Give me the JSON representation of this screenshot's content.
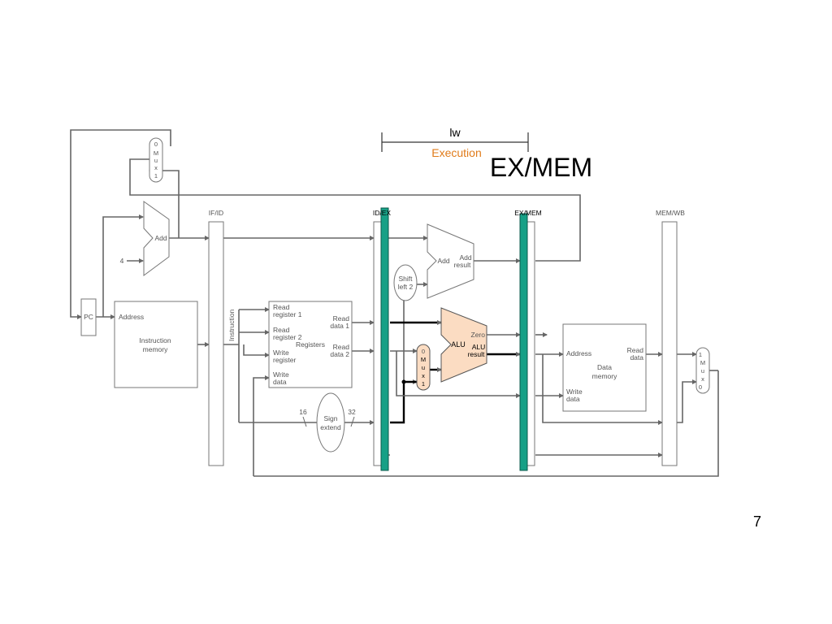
{
  "stage": {
    "instruction": "lw",
    "phase": "Execution",
    "title": "EX/MEM"
  },
  "page_number": "7",
  "colors": {
    "pipeline_register_active": "#17a086",
    "alu_fill": "#fbdcc2",
    "phase_text": "#e07b1a"
  },
  "pipeline_registers": {
    "if_id": "IF/ID",
    "id_ex": "ID/EX",
    "ex_mem": "EX/MEM",
    "mem_wb": "MEM/WB"
  },
  "pc": "PC",
  "constant_four": "4",
  "adder_top": "Add",
  "instruction_memory": {
    "address": "Address",
    "line1": "Instruction",
    "line2": "memory"
  },
  "instruction_bus": "Instruction",
  "registers": {
    "read_register_1": [
      "Read",
      "register 1"
    ],
    "read_register_2": [
      "Read",
      "register 2"
    ],
    "write_register": [
      "Write",
      "register"
    ],
    "write_data": [
      "Write",
      "data"
    ],
    "read_data_1": [
      "Read",
      "data 1"
    ],
    "read_data_2": [
      "Read",
      "data 2"
    ],
    "name": "Registers"
  },
  "sign_extend": {
    "line1": "Sign",
    "line2": "extend",
    "in_bits": "16",
    "out_bits": "32"
  },
  "shift_left": {
    "line1": "Shift",
    "line2": "left 2"
  },
  "branch_adder": {
    "label": "Add",
    "result1": "Add",
    "result2": "result"
  },
  "alu": {
    "label": "ALU",
    "zero": "Zero",
    "result1": "ALU",
    "result2": "result"
  },
  "data_memory": {
    "address": "Address",
    "read_data": [
      "Read",
      "data"
    ],
    "write_data": [
      "Write",
      "data"
    ],
    "name": [
      "Data",
      "memory"
    ]
  },
  "mux_top": [
    "0",
    "M",
    "u",
    "x",
    "1"
  ],
  "mux_alu": [
    "0",
    "M",
    "u",
    "x",
    "1"
  ],
  "mux_wb": [
    "1",
    "M",
    "u",
    "x",
    "0"
  ]
}
